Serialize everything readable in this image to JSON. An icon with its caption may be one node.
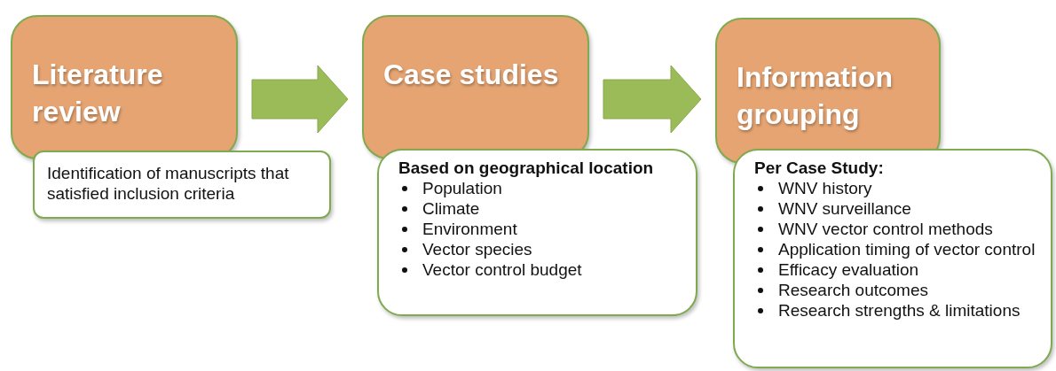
{
  "diagram": {
    "nodes": [
      {
        "text": [
          "Literature review"
        ]
      },
      {
        "text": [
          "Identification of manuscripts that satisfied inclusion criteria"
        ]
      },
      {
        "text": [
          "Case studies"
        ]
      },
      {
        "text": [
          "Based on geographical location",
          "Population",
          "Climate",
          "Environment",
          "Vector species",
          "Vector control budget"
        ]
      },
      {
        "text": [
          "Information grouping"
        ]
      },
      {
        "text": [
          "Per Case Study:",
          "WNV history",
          "WNV surveillance",
          "WNV vector control methods",
          "Application timing of vector control",
          "Efficacy evaluation",
          "Research outcomes",
          "Research strengths & limitations"
        ]
      }
    ],
    "edges": [
      {
        "from": 0,
        "to": 2,
        "arrow": "to"
      },
      {
        "from": 2,
        "to": 4,
        "arrow": "to"
      }
    ]
  }
}
